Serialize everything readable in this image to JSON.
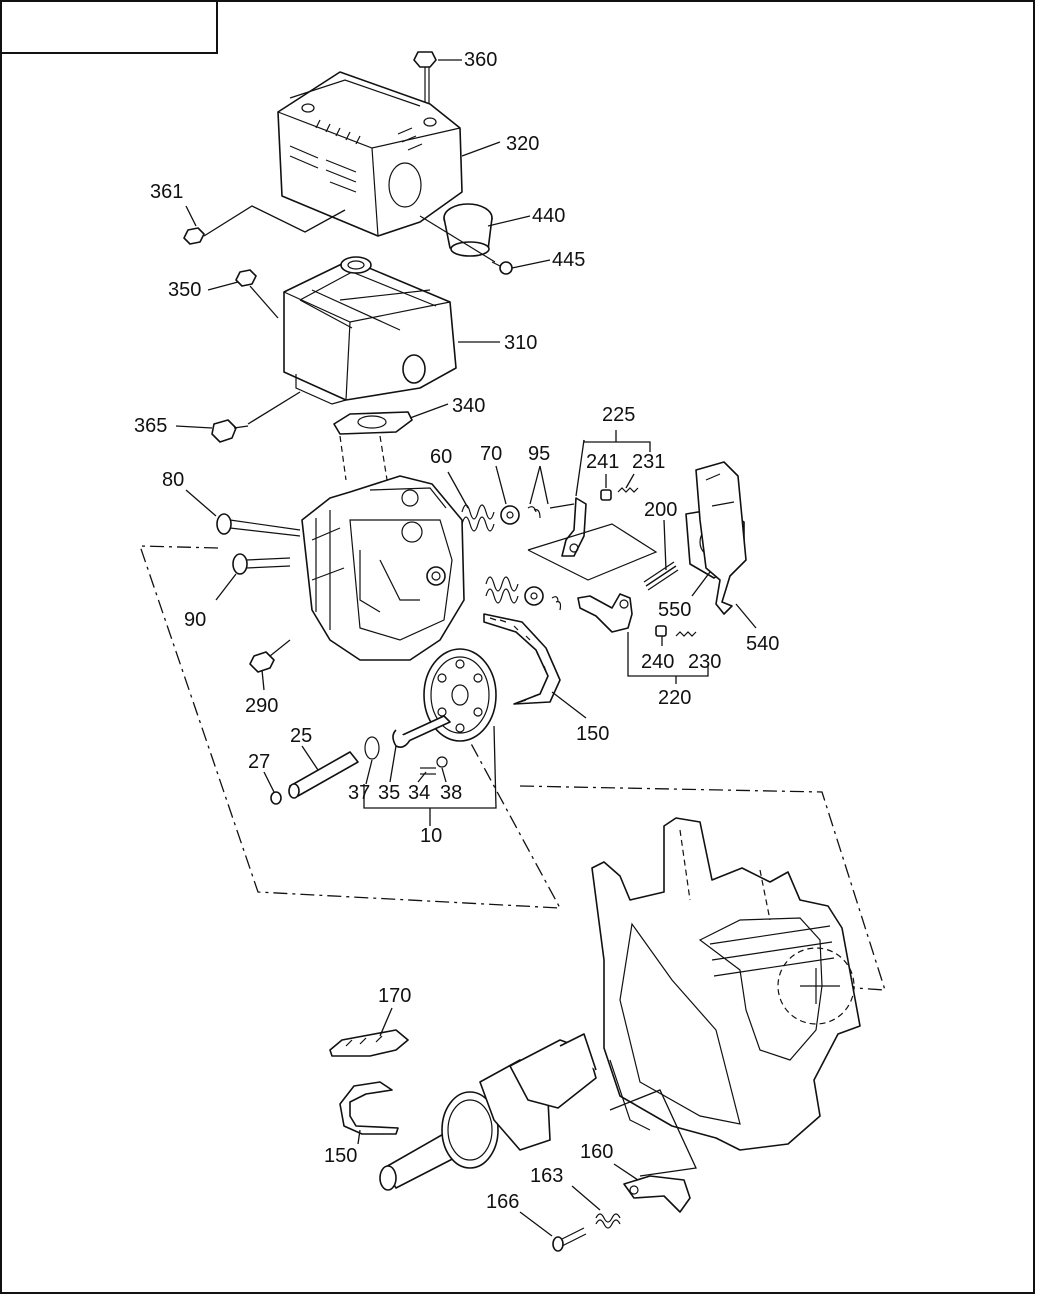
{
  "callouts": {
    "c360": "360",
    "c320": "320",
    "c361": "361",
    "c440": "440",
    "c445": "445",
    "c350": "350",
    "c310": "310",
    "c365": "365",
    "c340": "340",
    "c225": "225",
    "c241": "241",
    "c231": "231",
    "c60": "60",
    "c70": "70",
    "c95": "95",
    "c80": "80",
    "c200": "200",
    "c90": "90",
    "c550": "550",
    "c540": "540",
    "c240": "240",
    "c230": "230",
    "c220": "220",
    "c290": "290",
    "c150a": "150",
    "c25": "25",
    "c27": "27",
    "c37": "37",
    "c35": "35",
    "c34": "34",
    "c38": "38",
    "c10": "10",
    "c170": "170",
    "c150b": "150",
    "c160": "160",
    "c163": "163",
    "c166": "166"
  }
}
